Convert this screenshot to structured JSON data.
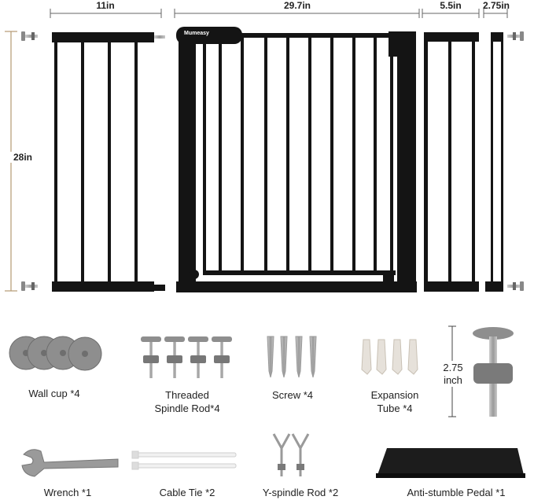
{
  "dimensions": {
    "extension_left": "11in",
    "gate_width": "29.7in",
    "extension_mid": "5.5in",
    "extension_small": "2.75in",
    "height": "28in"
  },
  "brand": "Mumeasy",
  "parts": {
    "wall_cup": "Wall cup *4",
    "spindle_line1": "Threaded",
    "spindle_line2": "Spindle Rod*4",
    "screw": "Screw *4",
    "expansion_line1": "Expansion",
    "expansion_line2": "Tube *4",
    "rod_size_line1": "2.75",
    "rod_size_line2": "inch",
    "wrench": "Wrench *1",
    "cable_tie": "Cable Tie *2",
    "y_spindle": "Y-spindle Rod *2",
    "pedal": "Anti-stumble Pedal *1"
  },
  "colors": {
    "gate": "#141414",
    "parts_gray": "#8e8e8e",
    "guide": "#b59a73"
  }
}
